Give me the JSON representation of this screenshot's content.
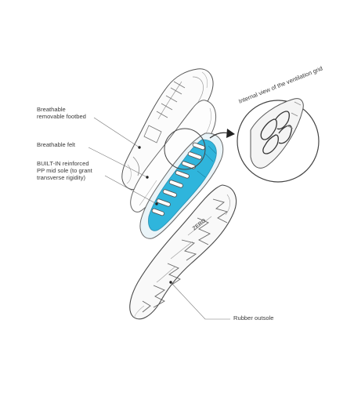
{
  "labels": {
    "footbed_line1": "Breathable",
    "footbed_line2": "removable footbed",
    "felt": "Breathable felt",
    "midsole_line1": "BUILT-IN reinforced",
    "midsole_line2": "PP mid sole (to grant",
    "midsole_line3": "transverse rigidity)",
    "outsole": "Rubber outsole",
    "internal_view": "Internal view of the ventilation grid",
    "brand_mark": "ZERO"
  },
  "colors": {
    "midsole_blue": "#2fb5dc",
    "ink": "#3a3a3a",
    "sketch": "#9a9a9a"
  },
  "icons": [
    "callout-arrow-icon",
    "leader-dot-icon"
  ]
}
